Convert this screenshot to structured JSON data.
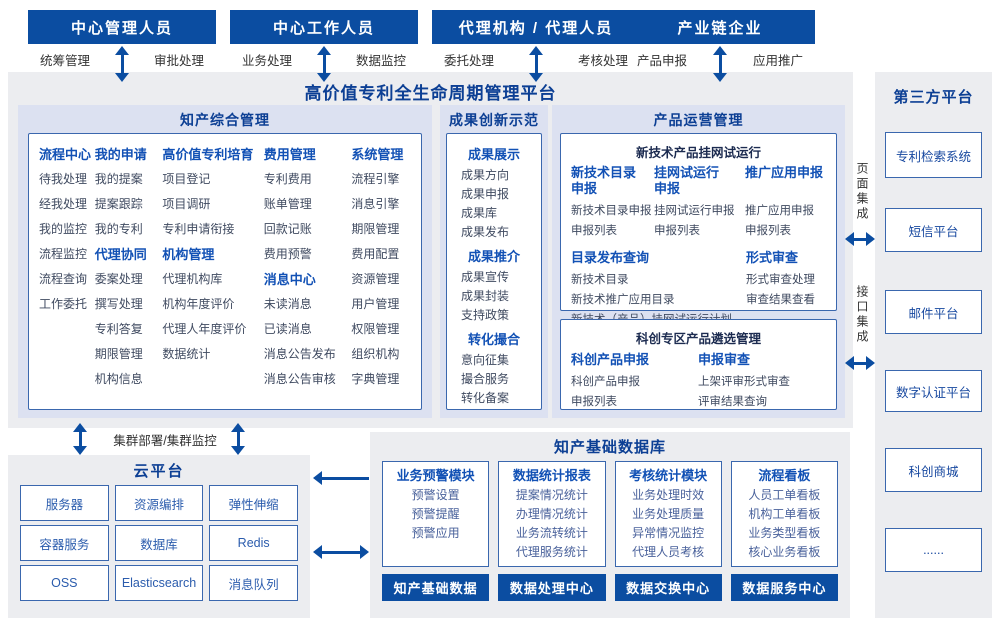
{
  "actors": [
    {
      "title": "中心管理人员",
      "left_label": "统筹管理",
      "right_label": "审批处理"
    },
    {
      "title": "中心工作人员",
      "left_label": "业务处理",
      "right_label": "数据监控"
    },
    {
      "title": "代理机构 / 代理人员",
      "left_label": "委托处理",
      "right_label": "考核处理"
    },
    {
      "title": "产业链企业",
      "left_label": "产品申报",
      "right_label": "应用推广"
    }
  ],
  "platform": {
    "title": "高价值专利全生命周期管理平台",
    "ip_mgmt": {
      "title": "知产综合管理",
      "columns": [
        {
          "groups": [
            {
              "heading": "流程中心",
              "items": [
                "待我处理",
                "经我处理",
                "我的监控",
                "流程监控",
                "流程查询",
                "工作委托"
              ]
            }
          ]
        },
        {
          "groups": [
            {
              "heading": "我的申请",
              "items": [
                "我的提案",
                "提案跟踪",
                "我的专利"
              ]
            },
            {
              "heading": "代理协同",
              "items": [
                "委案处理",
                "撰写处理",
                "专利答复",
                "期限管理",
                "机构信息"
              ]
            }
          ]
        },
        {
          "groups": [
            {
              "heading": "高价值专利培育",
              "items": [
                "项目登记",
                "项目调研",
                "专利申请衔接"
              ]
            },
            {
              "heading": "机构管理",
              "items": [
                "代理机构库",
                "机构年度评价",
                "代理人年度评价",
                "数据统计"
              ]
            }
          ]
        },
        {
          "groups": [
            {
              "heading": "费用管理",
              "items": [
                "专利费用",
                "账单管理",
                "回款记账",
                "费用预警"
              ]
            },
            {
              "heading": "消息中心",
              "items": [
                "未读消息",
                "已读消息",
                "消息公告发布",
                "消息公告审核"
              ]
            }
          ]
        },
        {
          "groups": [
            {
              "heading": "系统管理",
              "items": [
                "流程引擎",
                "消息引擎",
                "期限管理",
                "费用配置",
                "资源管理",
                "用户管理",
                "权限管理",
                "组织机构",
                "字典管理"
              ]
            }
          ]
        }
      ]
    },
    "achievement": {
      "title": "成果创新示范",
      "groups": [
        {
          "heading": "成果展示",
          "items": [
            "成果方向",
            "成果申报",
            "成果库",
            "成果发布"
          ]
        },
        {
          "heading": "成果推介",
          "items": [
            "成果宣传",
            "成果封装",
            "支持政策"
          ]
        },
        {
          "heading": "转化撮合",
          "items": [
            "意向征集",
            "撮合服务",
            "转化备案"
          ]
        }
      ]
    },
    "product_ops": {
      "title": "产品运营管理",
      "trial_box": {
        "title": "新技术产品挂网试运行",
        "top_groups": [
          {
            "heading": "新技术目录申报",
            "items": [
              "新技术目录申报",
              "申报列表"
            ]
          },
          {
            "heading": "挂网试运行申报",
            "items": [
              "挂网试运行申报",
              "申报列表"
            ]
          },
          {
            "heading": "推广应用申报",
            "items": [
              "推广应用申报",
              "申报列表"
            ]
          }
        ],
        "bottom_groups": [
          {
            "heading": "目录发布查询",
            "items": [
              "新技术目录",
              "新技术推广应用目录",
              "新技术（产品）挂网试运行计划"
            ]
          },
          {
            "heading": "形式审查",
            "items": [
              "形式审查处理",
              "审查结果查看"
            ]
          }
        ]
      },
      "selection_box": {
        "title": "科创专区产品遴选管理",
        "groups": [
          {
            "heading": "科创产品申报",
            "items": [
              "科创产品申报",
              "申报列表"
            ]
          },
          {
            "heading": "申报审查",
            "items": [
              "上架评审形式审查",
              "评审结果查询"
            ]
          }
        ]
      }
    }
  },
  "integration": {
    "page_label": "页面集成",
    "api_label": "接口集成"
  },
  "third_party": {
    "title": "第三方平台",
    "systems": [
      "专利检索系统",
      "短信平台",
      "邮件平台",
      "数字认证平台",
      "科创商城",
      "......"
    ]
  },
  "cluster_label": "集群部署/集群监控",
  "cloud": {
    "title": "云平台",
    "services": [
      "服务器",
      "资源编排",
      "弹性伸缩",
      "容器服务",
      "数据库",
      "Redis",
      "OSS",
      "Elasticsearch",
      "消息队列"
    ]
  },
  "database": {
    "title": "知产基础数据库",
    "modules": [
      {
        "heading": "业务预警模块",
        "items": [
          "预警设置",
          "预警提醒",
          "预警应用"
        ]
      },
      {
        "heading": "数据统计报表",
        "items": [
          "提案情况统计",
          "办理情况统计",
          "业务流转统计",
          "代理服务统计"
        ]
      },
      {
        "heading": "考核统计模块",
        "items": [
          "业务处理时效",
          "业务处理质量",
          "异常情况监控",
          "代理人员考核"
        ]
      },
      {
        "heading": "流程看板",
        "items": [
          "人员工单看板",
          "机构工单看板",
          "业务类型看板",
          "核心业务看板"
        ]
      }
    ],
    "centers": [
      "知产基础数据",
      "数据处理中心",
      "数据交换中心",
      "数据服务中心"
    ]
  },
  "colors": {
    "primary_blue": "#0b4da1",
    "panel_gray": "#ecedf0",
    "section_lavender": "#dce1f1",
    "box_border_blue": "#3a67ae",
    "heading_blue": "#1251b5",
    "title_blue": "#0c3f94",
    "body_text": "#3f4a60"
  }
}
